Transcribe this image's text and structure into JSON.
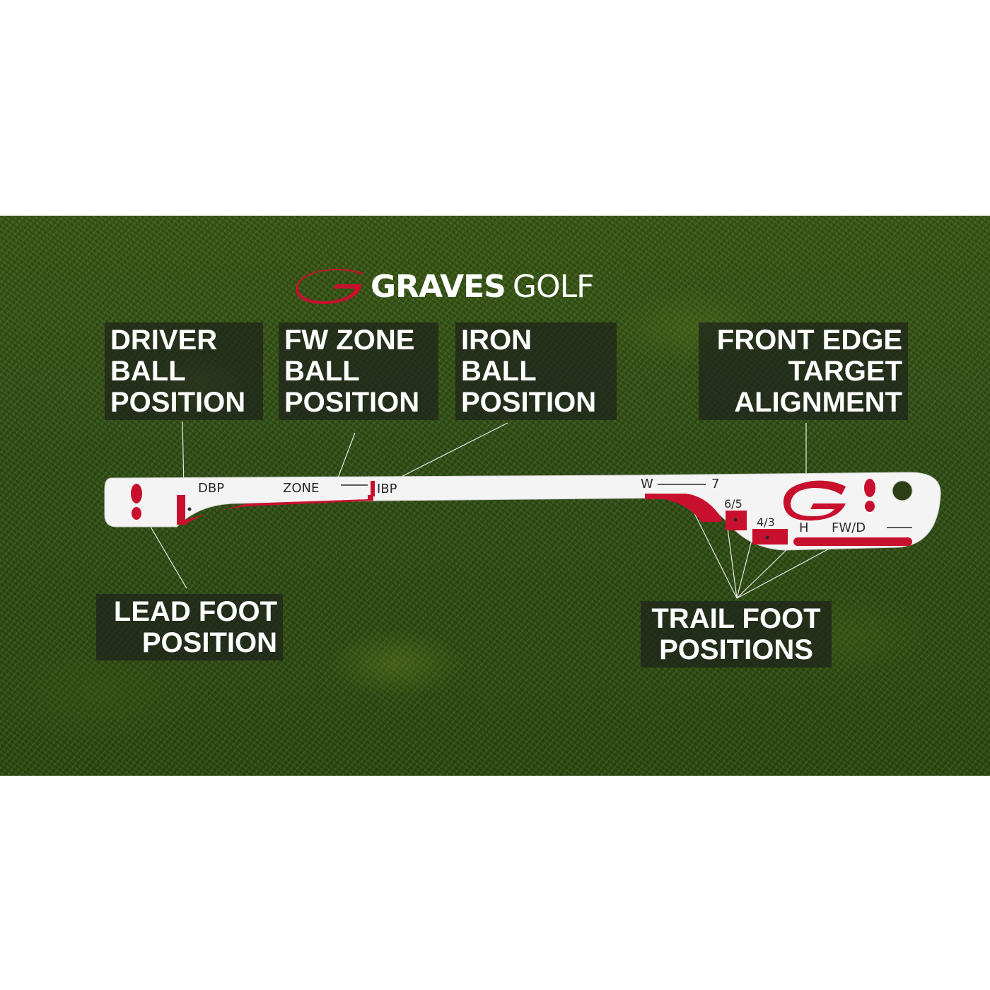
{
  "brand": {
    "bold": "GRAVES",
    "light": "GOLF",
    "accent_color": "#c8102e"
  },
  "callouts": {
    "driver_ball_position": "DRIVER\nBALL\nPOSITION",
    "fw_zone_ball_position": "FW ZONE\nBALL\nPOSITION",
    "iron_ball_position": "IRON\nBALL\nPOSITION",
    "front_edge_target_alignment": "FRONT EDGE\nTARGET\nALIGNMENT",
    "lead_foot_position": "LEAD FOOT\nPOSITION",
    "trail_foot_positions": "TRAIL FOOT\nPOSITIONS"
  },
  "stick_markings": {
    "dbp": "DBP",
    "zone": "ZONE",
    "ibp": "IBP",
    "w_7_left": "W",
    "w_7_right": "7",
    "six_five": "6/5",
    "four_three": "4/3",
    "h": "H",
    "fw_d": "FW/D"
  },
  "colors": {
    "stick": "#f4f4f4",
    "red": "#c8102e",
    "label_bg": "#1e221c"
  }
}
